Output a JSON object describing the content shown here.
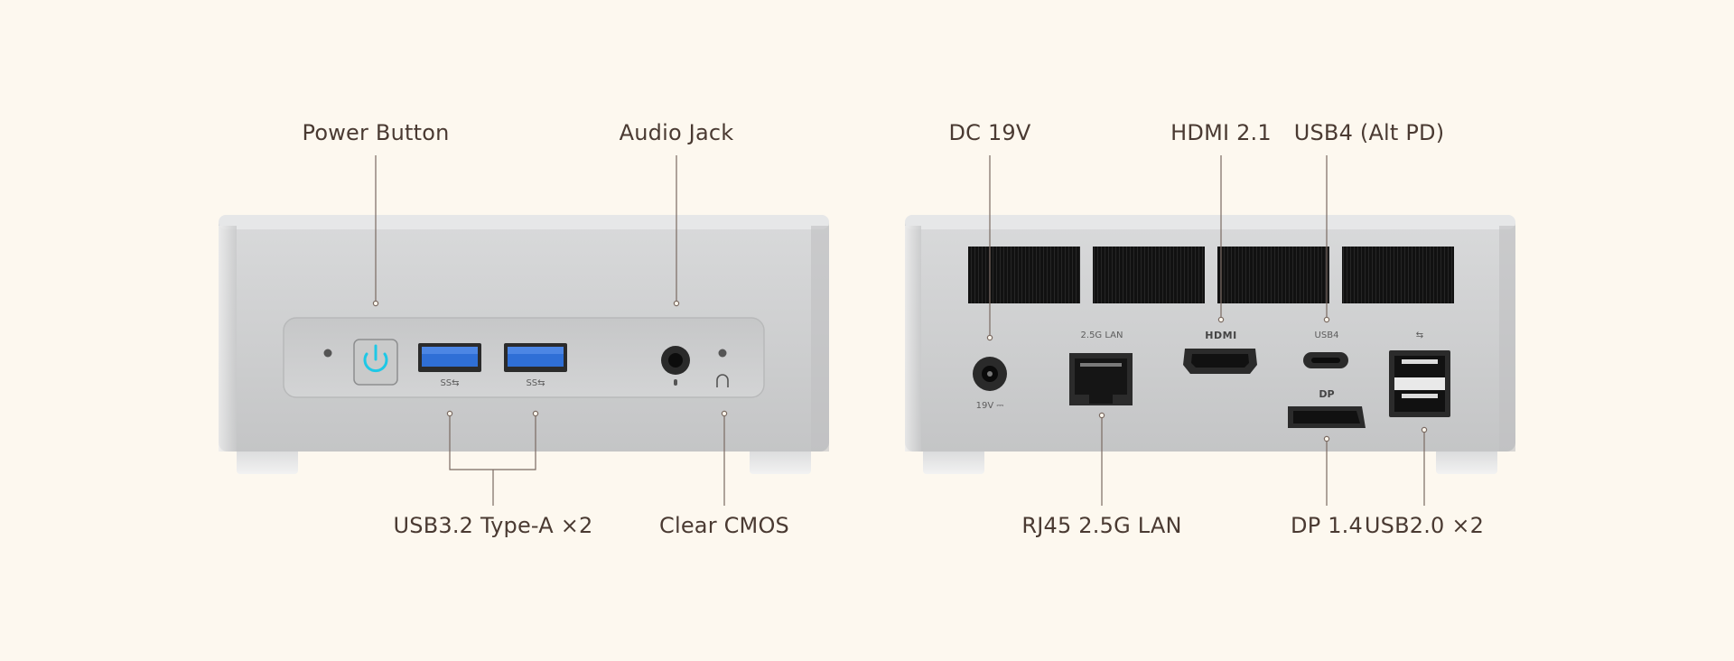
{
  "front": {
    "callouts": {
      "power_button": "Power Button",
      "audio_jack": "Audio Jack",
      "usb_type_a": "USB3.2 Type-A ×2",
      "clear_cmos": "Clear CMOS"
    },
    "port_marks": {
      "usb1": "SS⇆",
      "usb2": "SS⇆"
    }
  },
  "rear": {
    "callouts": {
      "dc": "DC 19V",
      "hdmi": "HDMI 2.1",
      "usb4": "USB4 (Alt PD)",
      "rj45": "RJ45 2.5G LAN",
      "dp": "DP 1.4",
      "usb2": "USB2.0 ×2"
    },
    "port_marks": {
      "lan": "2.5G LAN",
      "hdmi": "HDMI",
      "usb4": "USB4",
      "dp": "DP",
      "dc": "19V ⎓"
    }
  },
  "colors": {
    "background": "#fdf8ef",
    "chassis": "#cfd0d1",
    "vent": "#151515",
    "usb_blue": "#2f6fd6",
    "power_glow": "#1ec8e6",
    "text": "#4a3a32"
  }
}
